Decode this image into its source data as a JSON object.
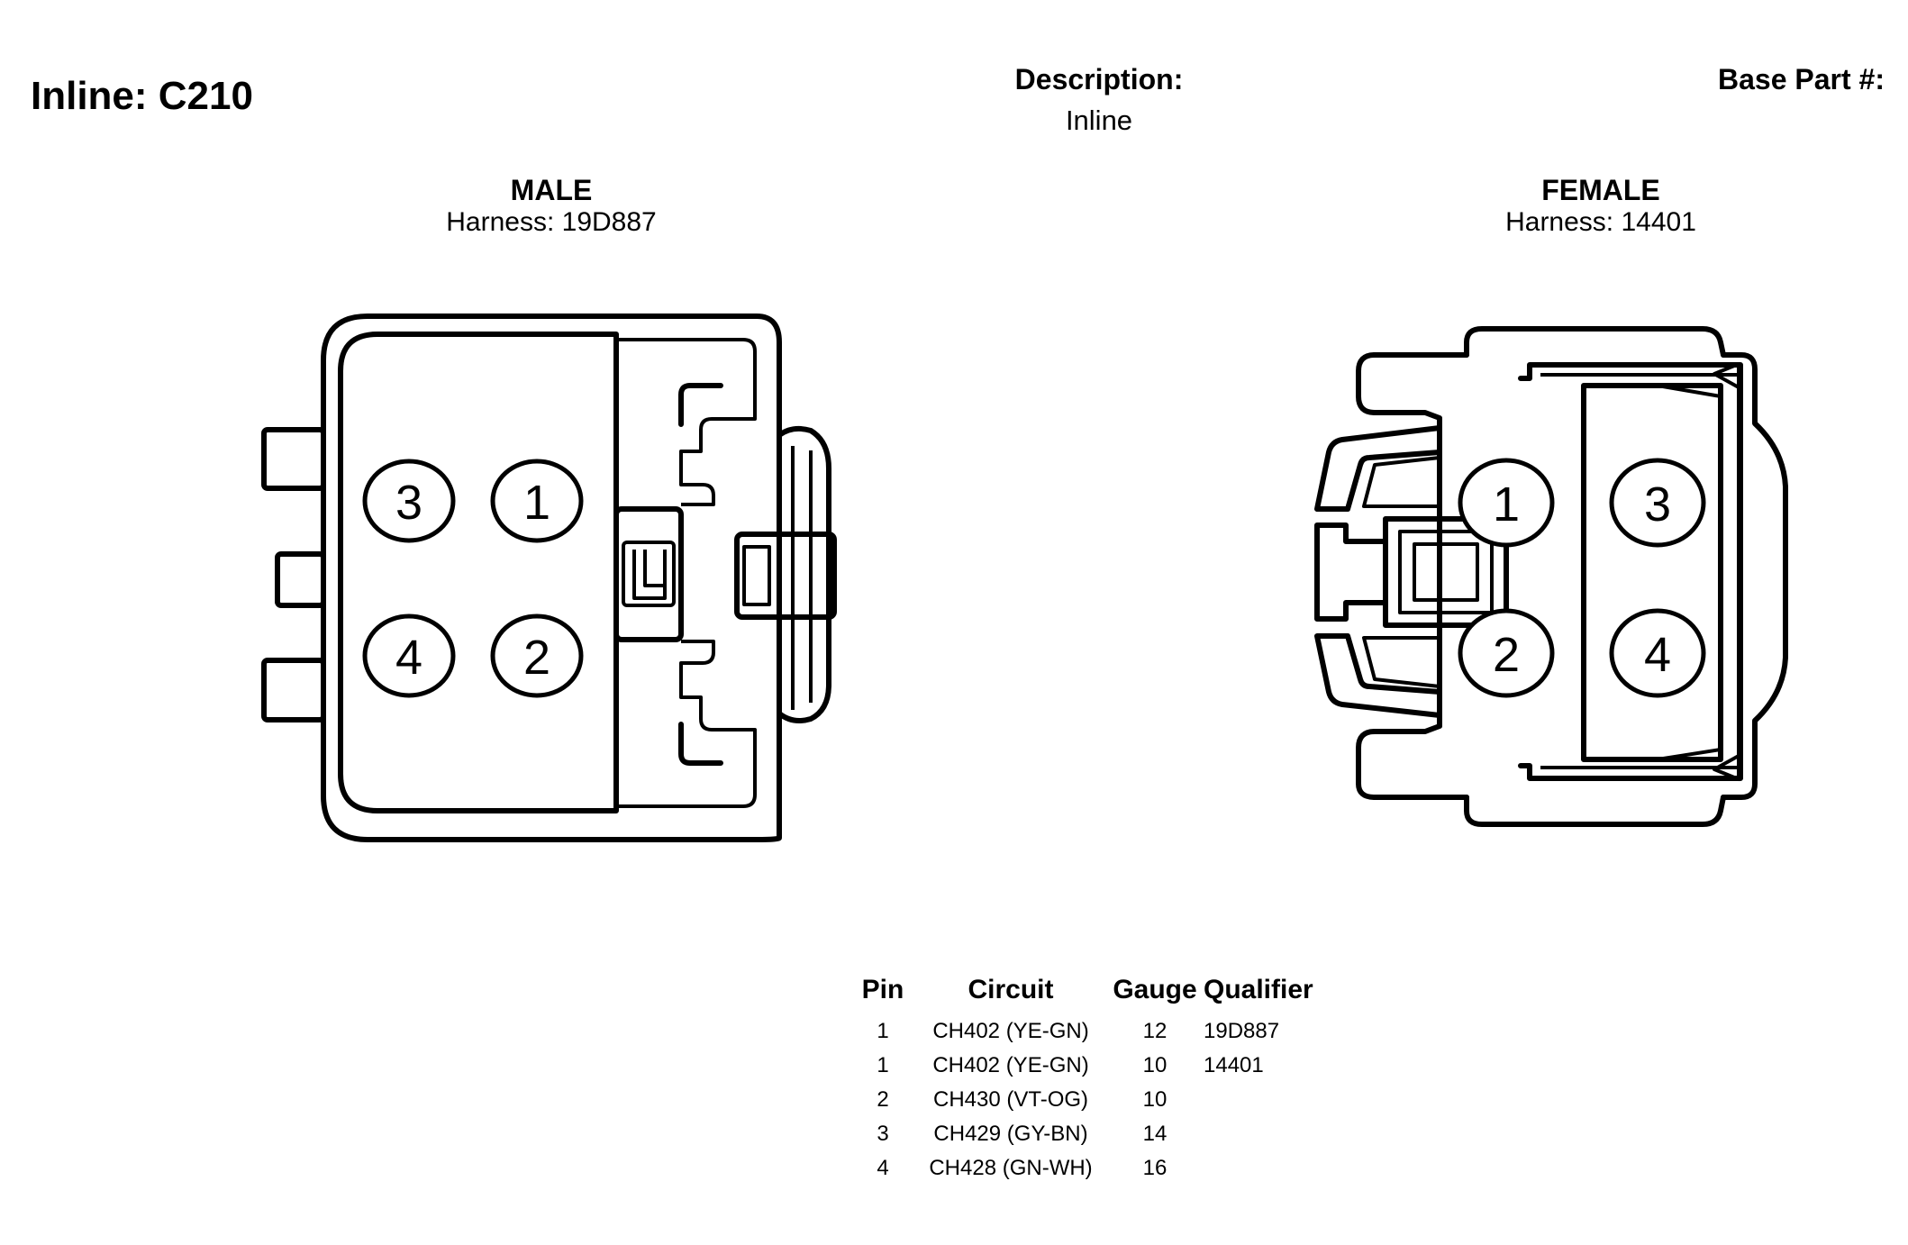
{
  "header": {
    "title": "Inline: C210",
    "description_label": "Description:",
    "description_value": "Inline",
    "base_part_label": "Base Part #:"
  },
  "male": {
    "name": "MALE",
    "harness": "Harness: 19D887",
    "pins": {
      "top_left": "3",
      "top_right": "1",
      "bottom_left": "4",
      "bottom_right": "2"
    }
  },
  "female": {
    "name": "FEMALE",
    "harness": "Harness: 14401",
    "pins": {
      "top_left": "1",
      "top_right": "3",
      "bottom_left": "2",
      "bottom_right": "4"
    }
  },
  "pin_table": {
    "headers": [
      "Pin",
      "Circuit",
      "Gauge",
      "Qualifier"
    ],
    "rows": [
      [
        "1",
        "CH402 (YE-GN)",
        "12",
        "19D887"
      ],
      [
        "1",
        "CH402 (YE-GN)",
        "10",
        "14401"
      ],
      [
        "2",
        "CH430 (VT-OG)",
        "10",
        ""
      ],
      [
        "3",
        "CH429 (GY-BN)",
        "14",
        ""
      ],
      [
        "4",
        "CH428 (GN-WH)",
        "16",
        ""
      ]
    ]
  }
}
